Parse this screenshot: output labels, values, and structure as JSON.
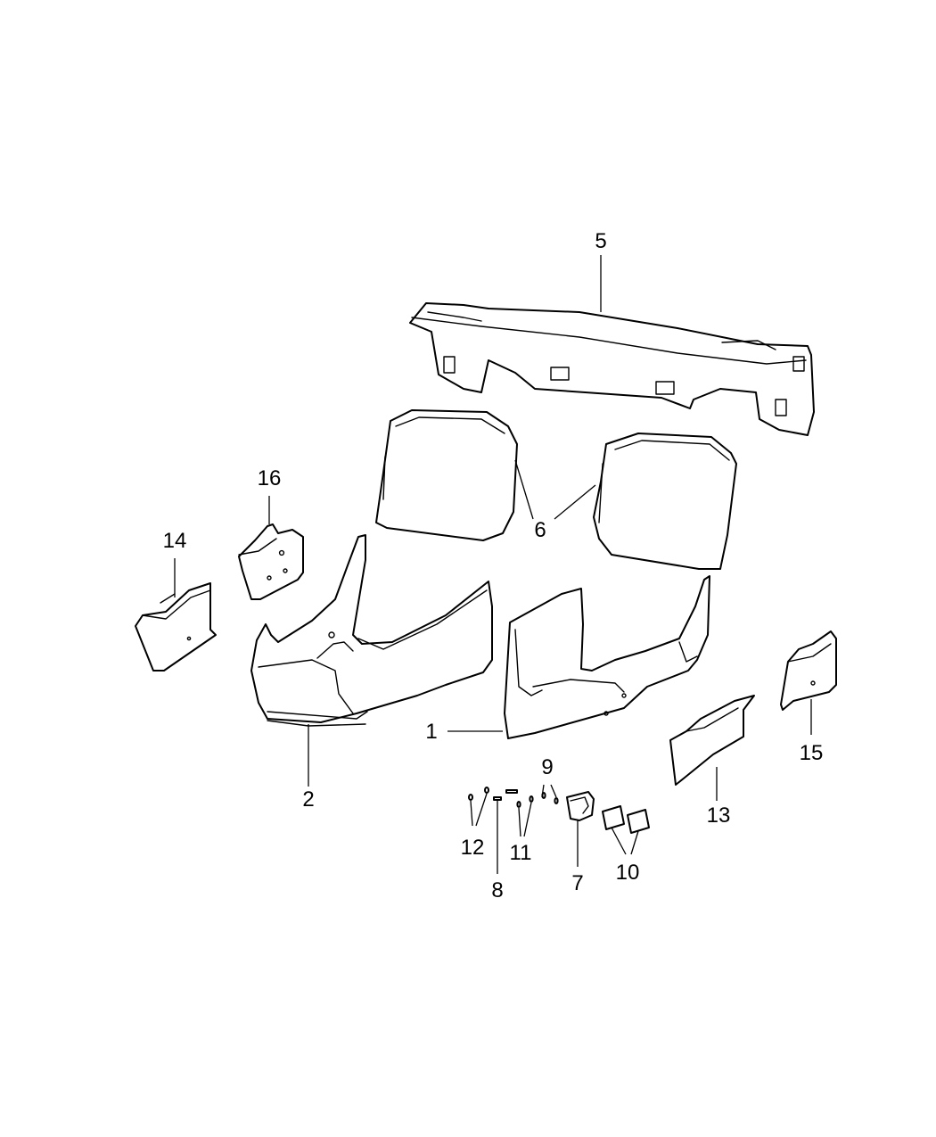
{
  "diagram": {
    "callouts": {
      "c1": "1",
      "c2": "2",
      "c5": "5",
      "c6": "6",
      "c7": "7",
      "c8": "8",
      "c9": "9",
      "c10": "10",
      "c11": "11",
      "c12": "12",
      "c13": "13",
      "c14": "14",
      "c15": "15",
      "c16": "16"
    }
  }
}
